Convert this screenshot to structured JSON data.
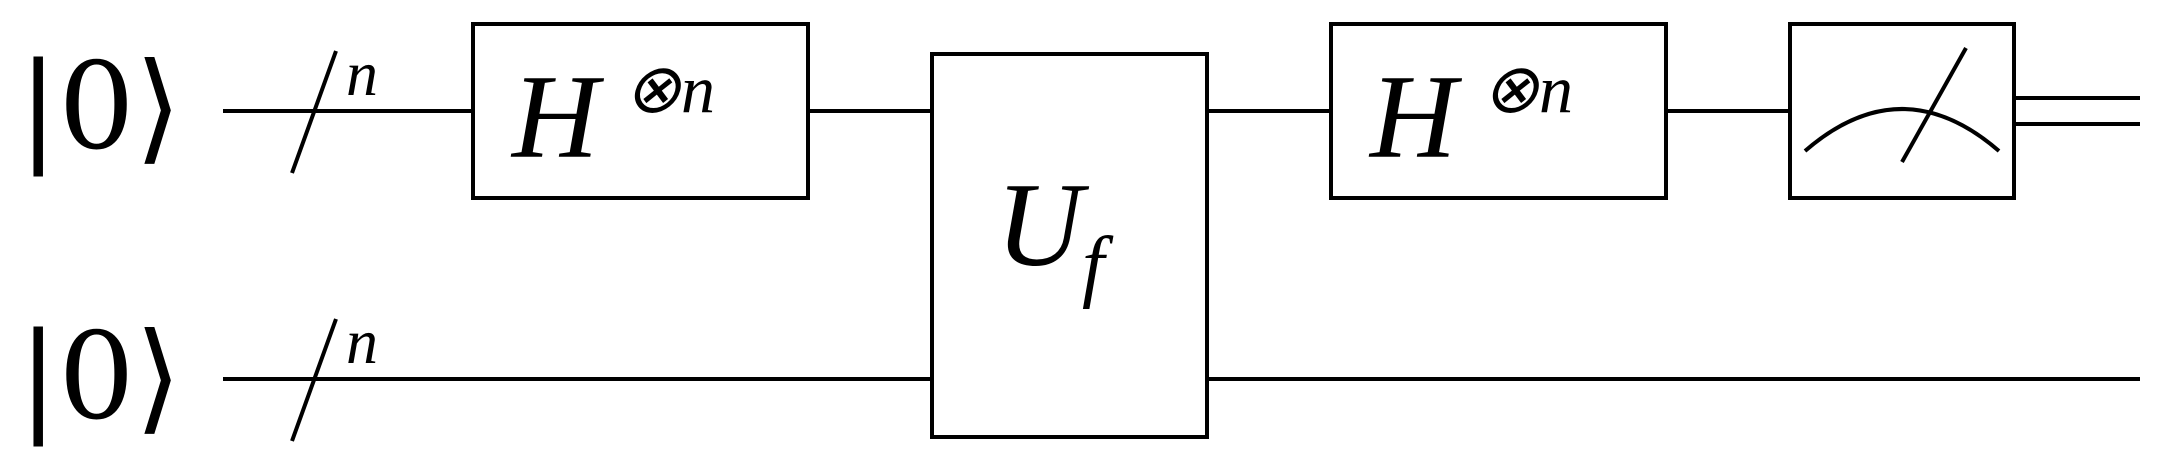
{
  "circuit": {
    "inputs": [
      {
        "state": "|0⟩"
      },
      {
        "state": "|0⟩"
      }
    ],
    "register_sizes": [
      "n",
      "n"
    ],
    "gates": {
      "hadamard_1": {
        "symbol": "H",
        "power": "⊗n"
      },
      "oracle": {
        "symbol": "U",
        "subscript": "f"
      },
      "hadamard_2": {
        "symbol": "H",
        "power": "⊗n"
      },
      "measurement": {
        "symbol": "meter-icon"
      }
    }
  }
}
